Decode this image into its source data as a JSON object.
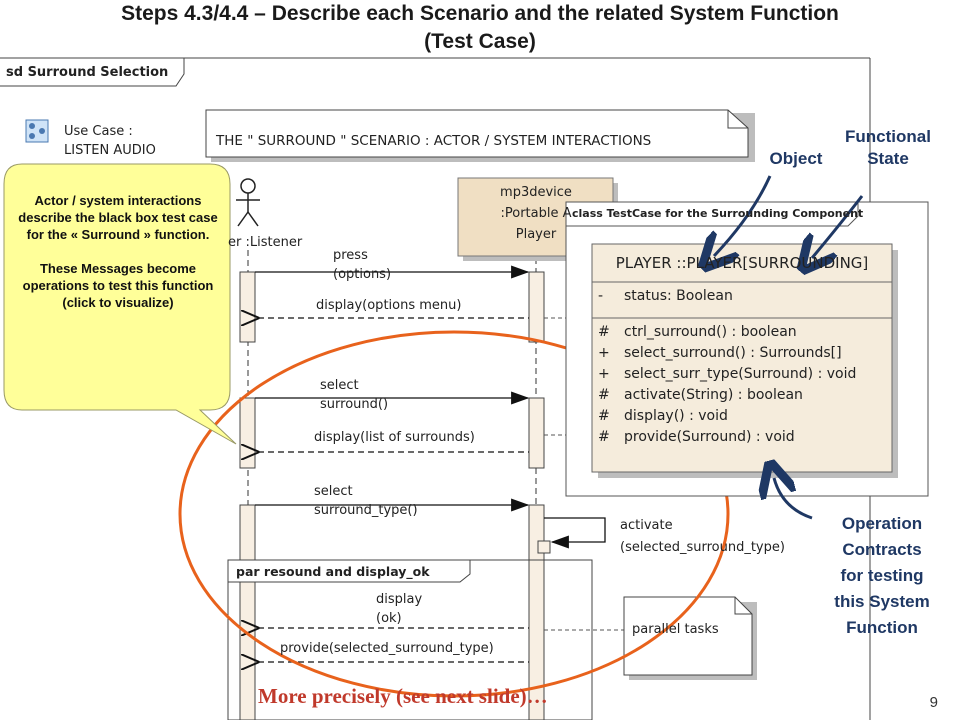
{
  "title": {
    "line1": "Steps 4.3/4.4 – Describe each Scenario and the related System Function",
    "line2": "(Test Case)"
  },
  "sequence": {
    "frame_label": "sd Surround Selection",
    "use_case_line1": "Use Case :",
    "use_case_line2": "LISTEN AUDIO",
    "scenario_note": "THE \" SURROUND \" SCENARIO : ACTOR  /  SYSTEM INTERACTIONS",
    "actor_label": "er :Listener",
    "device_line1": "mp3device",
    "device_line2": ":Portable A",
    "device_line3": "Player",
    "messages": [
      {
        "line1": "press",
        "line2": "(options)"
      },
      {
        "line1": "display(options menu)",
        "line2": ""
      },
      {
        "line1": "select",
        "line2": "surround()"
      },
      {
        "line1": "display(list of surrounds)",
        "line2": ""
      },
      {
        "line1": "select",
        "line2": "surround_type()"
      },
      {
        "line1": "activate",
        "line2": "(selected_surround_type)"
      },
      {
        "line1": "display",
        "line2": "(ok)"
      },
      {
        "line1": "provide(selected_surround_type)",
        "line2": ""
      }
    ],
    "par_label": "par resound and display_ok",
    "parallel_note": "parallel tasks"
  },
  "callout": {
    "para1": "Actor / system interactions describe the black box test case for the « Surround » function.",
    "para2": "These Messages become operations to test this function (click to visualize)"
  },
  "class_diagram": {
    "frame_label": "class TestCase for the Surrounding Component",
    "class_name": "PLAYER ::PLAYER[SURROUNDING]",
    "attributes": [
      {
        "visibility": "-",
        "text": "status:  Boolean"
      }
    ],
    "operations": [
      {
        "visibility": "#",
        "text": "ctrl_surround() : boolean"
      },
      {
        "visibility": "+",
        "text": "select_surround() : Surrounds[]"
      },
      {
        "visibility": "+",
        "text": "select_surr_type(Surround) : void"
      },
      {
        "visibility": "#",
        "text": "activate(String) : boolean"
      },
      {
        "visibility": "#",
        "text": "display() : void"
      },
      {
        "visibility": "#",
        "text": "provide(Surround) : void"
      }
    ]
  },
  "labels": {
    "object": "Object",
    "functional_state_line1": "Functional",
    "functional_state_line2": "State",
    "operation_contracts": [
      "Operation",
      "Contracts",
      "for testing",
      "this System",
      "Function"
    ]
  },
  "footer": "More precisely (see next slide)…",
  "page_number": "9",
  "colors": {
    "callout_fill": "#ffff99",
    "class_fill": "#f5ecdc",
    "device_fill": "#f0dfc3",
    "ellipse": "#e8621c",
    "label_blue": "#1f3864",
    "footer_red": "#c0392b"
  }
}
